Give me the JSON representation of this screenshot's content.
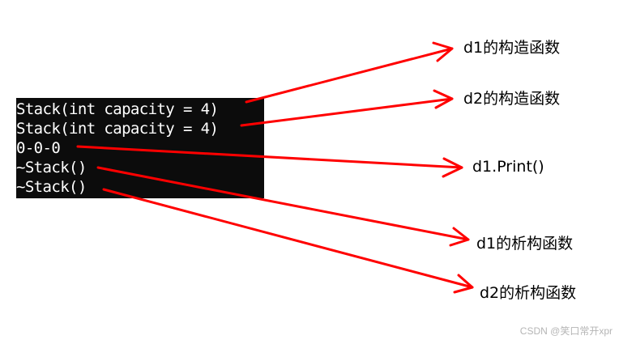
{
  "console": {
    "lines": [
      "Stack(int capacity = 4)",
      "Stack(int capacity = 4)",
      "0-0-0",
      "~Stack()",
      "~Stack()"
    ]
  },
  "annotations": [
    "d1的构造函数",
    "d2的构造函数",
    "d1.Print()",
    "d1的析构函数",
    "d2的析构函数"
  ],
  "colors": {
    "arrow": "#ff0000",
    "console_bg": "#0c0c0c",
    "console_text": "#ffffff"
  },
  "watermark": "CSDN @笑口常开xpr"
}
